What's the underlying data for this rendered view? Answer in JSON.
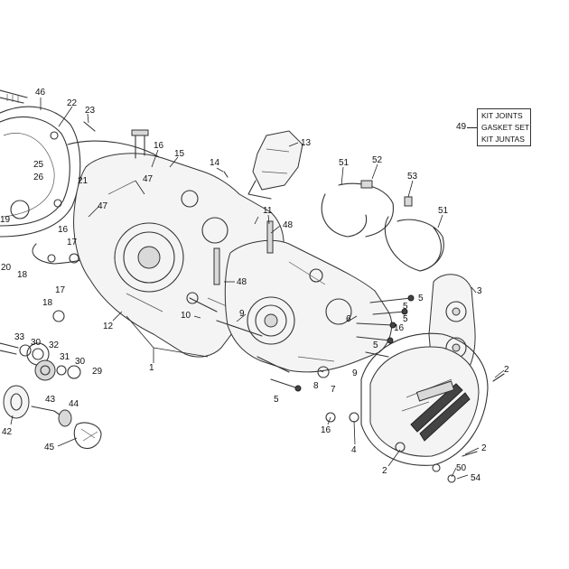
{
  "kit": {
    "number": "49",
    "lines": [
      "KIT JOINTS",
      "GASKET SET",
      "KIT JUNTAS"
    ]
  },
  "callouts": [
    {
      "id": "c46",
      "label": "46"
    },
    {
      "id": "c22",
      "label": "22"
    },
    {
      "id": "c23",
      "label": "23"
    },
    {
      "id": "c16a",
      "label": "16"
    },
    {
      "id": "c15",
      "label": "15"
    },
    {
      "id": "c13",
      "label": "13"
    },
    {
      "id": "c14",
      "label": "14"
    },
    {
      "id": "c25",
      "label": "25"
    },
    {
      "id": "c26",
      "label": "26"
    },
    {
      "id": "c21",
      "label": "21"
    },
    {
      "id": "c47a",
      "label": "47"
    },
    {
      "id": "c47b",
      "label": "47"
    },
    {
      "id": "c51a",
      "label": "51"
    },
    {
      "id": "c52",
      "label": "52"
    },
    {
      "id": "c53",
      "label": "53"
    },
    {
      "id": "c51b",
      "label": "51"
    },
    {
      "id": "c11",
      "label": "11"
    },
    {
      "id": "c48a",
      "label": "48"
    },
    {
      "id": "c48b",
      "label": "48"
    },
    {
      "id": "c19",
      "label": "19"
    },
    {
      "id": "c16b",
      "label": "16"
    },
    {
      "id": "c17a",
      "label": "17"
    },
    {
      "id": "c20",
      "label": "20"
    },
    {
      "id": "c18a",
      "label": "18"
    },
    {
      "id": "c17b",
      "label": "17"
    },
    {
      "id": "c18b",
      "label": "18"
    },
    {
      "id": "c12",
      "label": "12"
    },
    {
      "id": "c10",
      "label": "10"
    },
    {
      "id": "c9a",
      "label": "9"
    },
    {
      "id": "c5a",
      "label": "5"
    },
    {
      "id": "c3",
      "label": "3"
    },
    {
      "id": "c5b",
      "label": "5"
    },
    {
      "id": "c5c",
      "label": "5"
    },
    {
      "id": "c6",
      "label": "6"
    },
    {
      "id": "c16c",
      "label": "16"
    },
    {
      "id": "c5d",
      "label": "5"
    },
    {
      "id": "c9b",
      "label": "9"
    },
    {
      "id": "c33",
      "label": "33"
    },
    {
      "id": "c30a",
      "label": "30"
    },
    {
      "id": "c32",
      "label": "32"
    },
    {
      "id": "c31",
      "label": "31"
    },
    {
      "id": "c30b",
      "label": "30"
    },
    {
      "id": "c29",
      "label": "29"
    },
    {
      "id": "c1",
      "label": "1"
    },
    {
      "id": "c8",
      "label": "8"
    },
    {
      "id": "c7",
      "label": "7"
    },
    {
      "id": "c5e",
      "label": "5"
    },
    {
      "id": "c2a",
      "label": "2"
    },
    {
      "id": "c43",
      "label": "43"
    },
    {
      "id": "c44",
      "label": "44"
    },
    {
      "id": "c42",
      "label": "42"
    },
    {
      "id": "c16d",
      "label": "16"
    },
    {
      "id": "c4",
      "label": "4"
    },
    {
      "id": "c45",
      "label": "45"
    },
    {
      "id": "c2b",
      "label": "2"
    },
    {
      "id": "c2c",
      "label": "2"
    },
    {
      "id": "c50",
      "label": "50"
    },
    {
      "id": "c54",
      "label": "54"
    }
  ]
}
